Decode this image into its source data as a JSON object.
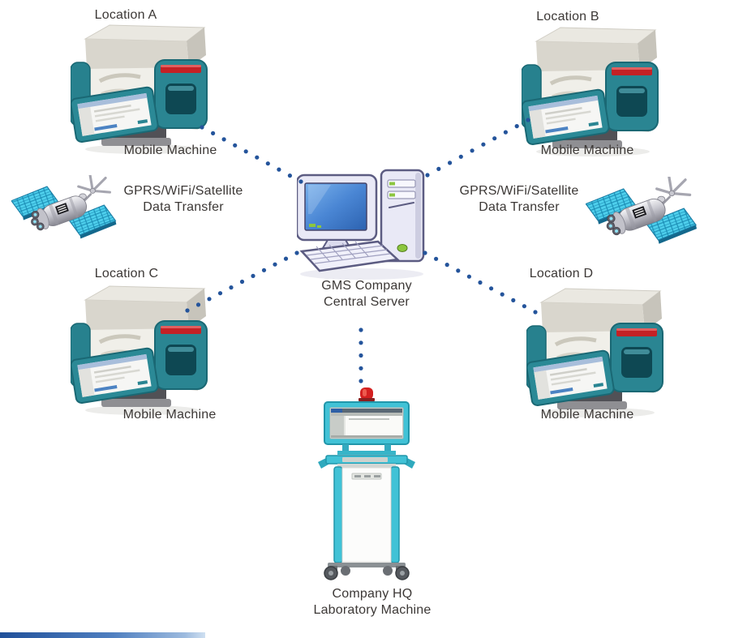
{
  "nodes": {
    "location_a": {
      "title": "Location A",
      "caption": "Mobile Machine"
    },
    "location_b": {
      "title": "Location B",
      "caption": "Mobile Machine"
    },
    "location_c": {
      "title": "Location C",
      "caption": "Mobile Machine"
    },
    "location_d": {
      "title": "Location D",
      "caption": "Mobile Machine"
    },
    "central_server": {
      "caption_line1": "GMS Company",
      "caption_line2": "Central Server"
    },
    "hq_lab": {
      "caption_line1": "Company HQ",
      "caption_line2": "Laboratory Machine"
    }
  },
  "annotations": {
    "transfer_left": {
      "line1": "GPRS/WiFi/Satellite",
      "line2": "Data Transfer"
    },
    "transfer_right": {
      "line1": "GPRS/WiFi/Satellite",
      "line2": "Data Transfer"
    }
  },
  "connections": [
    {
      "from": "location-a-machine",
      "to": "central-server",
      "style": "dotted"
    },
    {
      "from": "location-b-machine",
      "to": "central-server",
      "style": "dotted"
    },
    {
      "from": "location-c-machine",
      "to": "central-server",
      "style": "dotted"
    },
    {
      "from": "location-d-machine",
      "to": "central-server",
      "style": "dotted"
    },
    {
      "from": "central-server",
      "to": "hq-laboratory-machine",
      "style": "dotted"
    }
  ],
  "icons": {
    "mobile_machine": "portable-analyzer-machine-icon",
    "central_server": "desktop-computer-icon",
    "satellite": "satellite-icon",
    "hq_lab": "laboratory-cart-machine-icon",
    "connection": "dotted-line"
  },
  "colors": {
    "text": "#3c3836",
    "connection_dot": "#24549b",
    "machine_teal": "#2a8592",
    "machine_lid": "#d9d6cd",
    "machine_red_stripe": "#c42125",
    "lab_cyan": "#41c2d6",
    "beacon_red": "#d42020",
    "server_screen_blue": "#4a86d4",
    "server_accent_green": "#8cc63f",
    "satellite_panel_cyan": "#4ecfec",
    "footer_bar_blue": "#20509a"
  }
}
